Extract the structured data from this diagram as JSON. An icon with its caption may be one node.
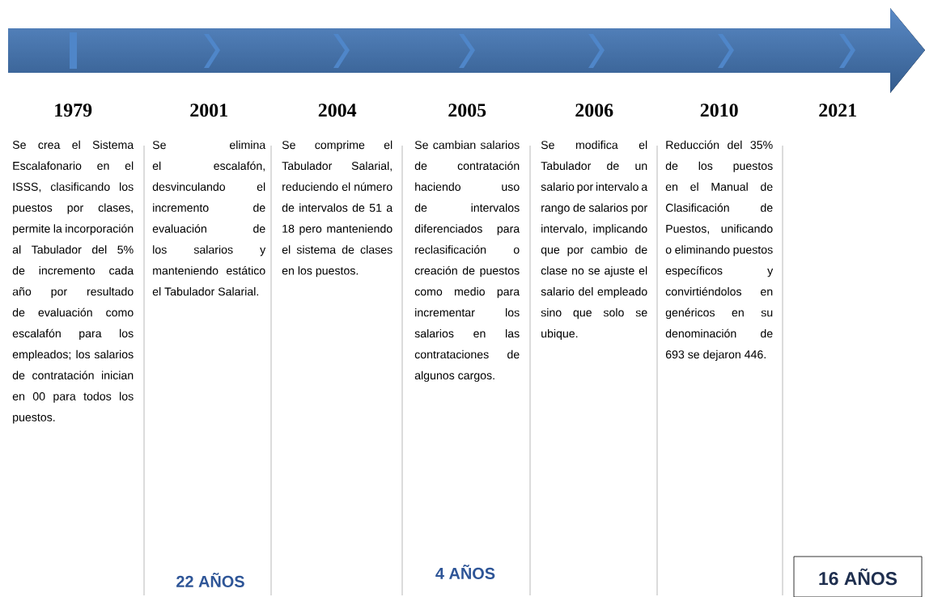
{
  "diagram": {
    "nodes": [
      {
        "text": [
          "1979",
          "Se crea el Sistema Escalafonario en el ISSS, clasificando los puestos por clases, permite la incorporación al Tabulador del 5% de incremento cada año por resultado de evaluación como escalafón para los empleados; los salarios de contratación inician en 00 para todos los puestos."
        ]
      },
      {
        "text": [
          "2001",
          "Se elimina el escalafón, desvinculando el incremento de evaluación de los salarios y manteniendo estático el Tabulador Salarial."
        ]
      },
      {
        "text": [
          "2004",
          "Se comprime el Tabulador Salarial, reduciendo el número de intervalos de 51 a 18 pero manteniendo el sistema de clases en los puestos."
        ]
      },
      {
        "text": [
          "2005",
          "Se cambian salarios de contratación haciendo uso de intervalos diferenciados para reclasificación o creación de puestos como medio para incrementar los salarios en las contrataciones de algunos cargos."
        ]
      },
      {
        "text": [
          "2006",
          "Se modifica el Tabulador de un salario por intervalo a rango de salarios por intervalo, implicando que por cambio de clase no se ajuste el salario del empleado sino que solo se ubique."
        ]
      },
      {
        "text": [
          "2010",
          "Reducción del 35% de los puestos en el Manual de Clasificación de Puestos, unificando o eliminando puestos específicos y convirtiéndolos en genéricos en su denominación de 693 se dejaron 446."
        ]
      },
      {
        "text": [
          "2021"
        ]
      },
      {
        "text": [
          "16 AÑOS"
        ]
      }
    ],
    "labels": [
      "22 AÑOS",
      "4 AÑOS"
    ]
  }
}
